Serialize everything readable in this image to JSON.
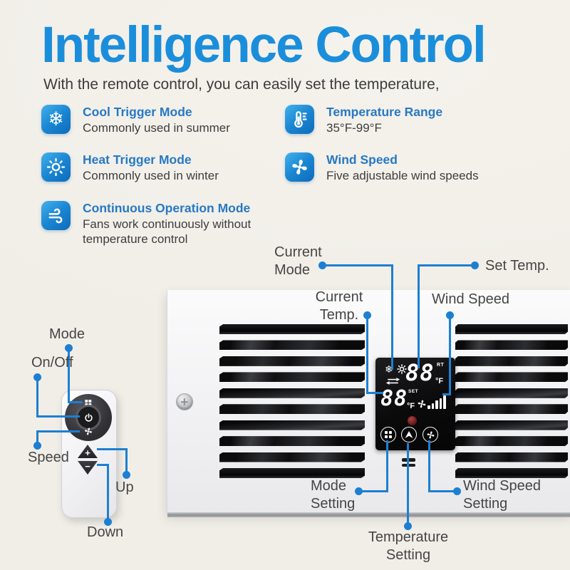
{
  "page": {
    "background": "#f2efe9",
    "accent_blue": "#1d7fd2",
    "title_blue": "#1b8edb",
    "feature_blue": "#2779c4"
  },
  "header": {
    "title": "Intelligence Control",
    "subtitle": "With the remote control, you can easily set the temperature,"
  },
  "features": {
    "cool": {
      "title": "Cool Trigger Mode",
      "desc": "Commonly used in summer",
      "icon": "snowflake-icon"
    },
    "heat": {
      "title": "Heat Trigger Mode",
      "desc": "Commonly used in winter",
      "icon": "sun-icon"
    },
    "continuous": {
      "title": "Continuous Operation Mode",
      "desc": "Fans work continuously without temperature control",
      "icon": "wind-icon"
    },
    "temp_range": {
      "title": "Temperature Range",
      "desc": "35°F-99°F",
      "icon": "thermometer-icon"
    },
    "wind_speed": {
      "title": "Wind Speed",
      "desc": "Five adjustable wind speeds",
      "icon": "fan-icon"
    }
  },
  "display": {
    "rt_value": "88",
    "rt_label": "RT",
    "rt_unit": "°F",
    "set_value": "88",
    "set_label": "SET",
    "set_unit": "°F",
    "snowflake": "❄",
    "wind_bars": 5
  },
  "panel_callouts": {
    "current_mode_l1": "Current",
    "current_mode_l2": "Mode",
    "set_temp": "Set Temp.",
    "current_temp_l1": "Current",
    "current_temp_l2": "Temp.",
    "wind_speed": "Wind Speed",
    "mode_setting_l1": "Mode",
    "mode_setting_l2": "Setting",
    "wind_speed_setting_l1": "Wind Speed",
    "wind_speed_setting_l2": "Setting",
    "temperature_setting_l1": "Temperature",
    "temperature_setting_l2": "Setting"
  },
  "remote_callouts": {
    "mode": "Mode",
    "on_off": "On/Off",
    "speed": "Speed",
    "up": "Up",
    "down": "Down"
  },
  "remote": {
    "plus_label": "+",
    "minus_label": "−"
  }
}
